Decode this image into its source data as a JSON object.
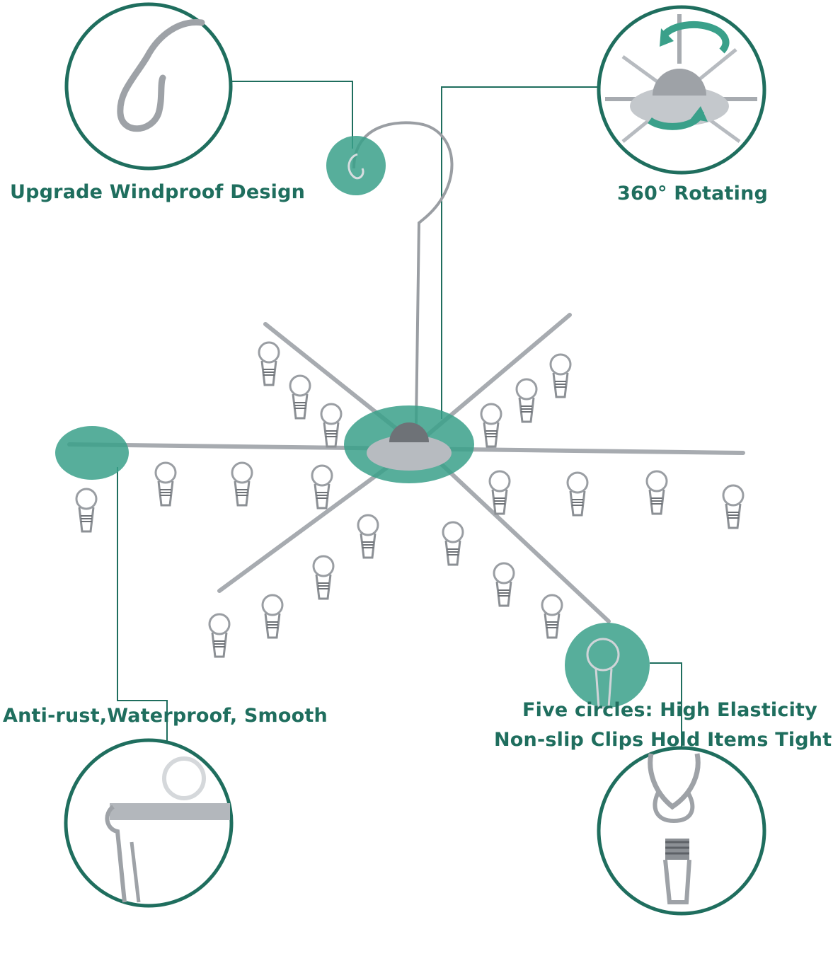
{
  "colors": {
    "accent": "#1f6e5e",
    "highlight": "#3aa08a",
    "steel": "#9a9ea3",
    "steel_dark": "#5d6166"
  },
  "features": {
    "windproof": "Upgrade Windproof Design",
    "rotating": "360° Rotating",
    "antirust": "Anti-rust,Waterproof, Smooth",
    "clips_line1": "Five circles: High Elasticity",
    "clips_line2": "Non-slip Clips Hold Items Tightly"
  }
}
